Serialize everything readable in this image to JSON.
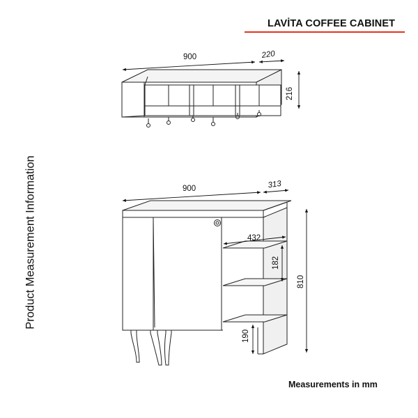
{
  "title": "LAVİTA COFFEE CABINET",
  "side_label": "Product Measurement Information",
  "footer": "Measurements in mm",
  "accent_color": "#e2341d",
  "wall_shelf": {
    "width": "900",
    "depth": "220",
    "height": "216"
  },
  "cabinet": {
    "width": "900",
    "depth": "313",
    "height": "810",
    "shelf_width": "432",
    "shelf_spacing": "182",
    "leg_height": "190"
  }
}
